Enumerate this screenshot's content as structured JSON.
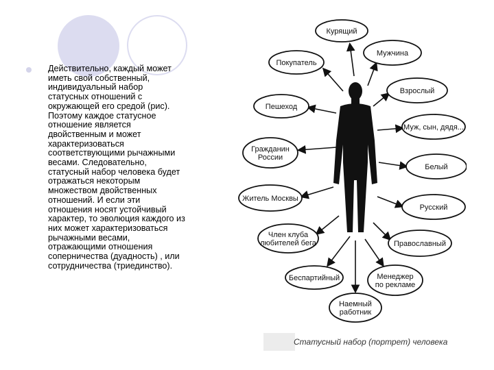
{
  "slide": {
    "body_text": "Действительно, каждый может иметь свой собственный, индивидуальный набор статусных отношений с окружающей его средой (рис).  Поэтому  каждое статусное отношение является двойственным и может характеризоваться соответствующими рычажными весами. Следовательно, статусный набор человека будет отражаться некоторым множеством двойственных отношений. И если эти отношения носят устойчивый характер, то эволюция каждого из них может характеризоваться рычажными весами, отражающими отношения соперничества (дуадность) , или сотрудничества (триединство)."
  },
  "diagram": {
    "caption": "Статусный набор (портрет) человека",
    "statuses": [
      {
        "id": "smoker",
        "lines": [
          "Курящий"
        ]
      },
      {
        "id": "buyer",
        "lines": [
          "Покупатель"
        ]
      },
      {
        "id": "man",
        "lines": [
          "Мужчина"
        ]
      },
      {
        "id": "adult",
        "lines": [
          "Взрослый"
        ]
      },
      {
        "id": "pedestrian",
        "lines": [
          "Пешеход"
        ]
      },
      {
        "id": "husband",
        "lines": [
          "Муж, сын, дядя..."
        ]
      },
      {
        "id": "citizen",
        "lines": [
          "Гражданин",
          "России"
        ]
      },
      {
        "id": "white",
        "lines": [
          "Белый"
        ]
      },
      {
        "id": "moscow",
        "lines": [
          "Житель Москвы"
        ]
      },
      {
        "id": "russian",
        "lines": [
          "Русский"
        ]
      },
      {
        "id": "club",
        "lines": [
          "Член клуба",
          "любителей бега"
        ]
      },
      {
        "id": "orthodox",
        "lines": [
          "Православный"
        ]
      },
      {
        "id": "nonparty",
        "lines": [
          "Беспартийный"
        ]
      },
      {
        "id": "manager",
        "lines": [
          "Менеджер",
          "по рекламе"
        ]
      },
      {
        "id": "worker",
        "lines": [
          "Наемный",
          "работник"
        ]
      }
    ]
  }
}
